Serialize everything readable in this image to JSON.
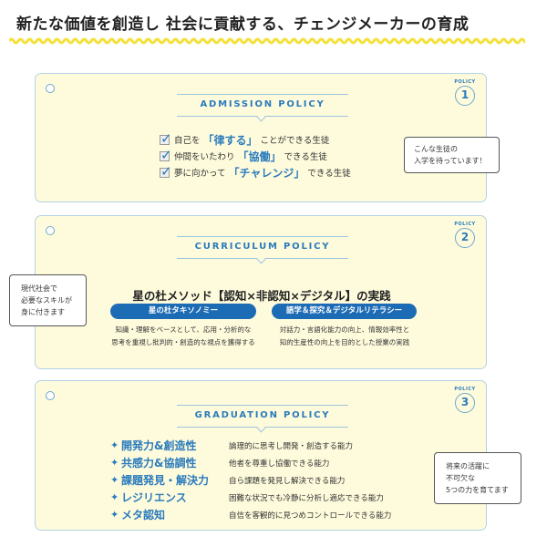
{
  "title": "新たな価値を創造し 社会に貢献する、チェンジメーカーの育成",
  "colors": {
    "accent": "#2b7bbd",
    "card_bg": "#fefbdc",
    "wave": "#f5e03a",
    "pill": "#1c6bb5"
  },
  "policy_label": "POLICY",
  "admission": {
    "heading": "ADMISSION POLICY",
    "number": "1",
    "items": [
      {
        "pre": "自己を",
        "em": "「律する」",
        "post": "ことができる生徒"
      },
      {
        "pre": "仲間をいたわり",
        "em": "「協働」",
        "post": "できる生徒"
      },
      {
        "pre": "夢に向かって",
        "em": "「チャレンジ」",
        "post": "できる生徒"
      }
    ],
    "bubble": [
      "こんな生徒の",
      "入学を待っています！"
    ]
  },
  "curriculum": {
    "heading": "CURRICULUM POLICY",
    "number": "2",
    "main": "星の杜メソッド【認知×非認知×デジタル】の実践",
    "pills": [
      {
        "label": "星の杜タキソノミー",
        "desc": [
          "知識・理解をベースとして、応用・分析的な",
          "思考を重視し批判的・創造的な視点を獲得する"
        ]
      },
      {
        "label": "語学＆探究＆デジタルリテラシー",
        "desc": [
          "対話力・言語化能力の向上、情報効率性と",
          "知的生産性の向上を目的とした授業の実践"
        ]
      }
    ],
    "bubble": [
      "現代社会で",
      "必要なスキルが",
      "身に付きます"
    ]
  },
  "graduation": {
    "heading": "GRADUATION POLICY",
    "number": "3",
    "items": [
      {
        "label": "開発力&創造性",
        "desc": "論理的に思考し開発・創造する能力"
      },
      {
        "label": "共感力&協調性",
        "desc": "他者を尊重し協働できる能力"
      },
      {
        "label": "課題発見・解決力",
        "desc": "自ら課題を発見し解決できる能力"
      },
      {
        "label": "レジリエンス",
        "desc": "困難な状況でも冷静に分析し適応できる能力"
      },
      {
        "label": "メタ認知",
        "desc": "自信を客観的に見つめコントロールできる能力"
      }
    ],
    "bubble": [
      "将来の活躍に",
      "不可欠な",
      "5つの力を育てます"
    ]
  }
}
